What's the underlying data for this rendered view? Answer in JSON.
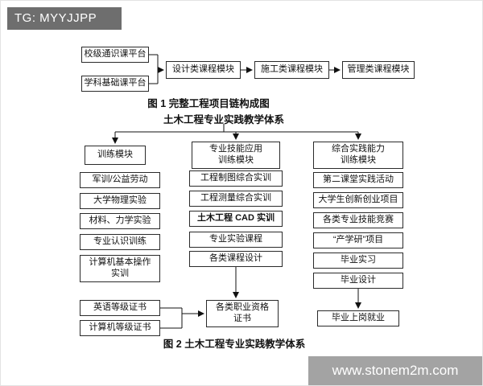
{
  "badges": {
    "tg": "TG: MYYJJPP",
    "site": "www.stonem2m.com"
  },
  "fig1": {
    "platforms": [
      "校级通识课平台",
      "学科基础课平台"
    ],
    "chain": [
      "设计类课程模块",
      "施工类课程模块",
      "管理类课程模块"
    ],
    "caption": "图 1  完整工程项目链构成图"
  },
  "fig2": {
    "title": "土木工程专业实践教学体系",
    "col1": {
      "header": "训练模块",
      "items": [
        "军训/公益劳动",
        "大学物理实验",
        "材料、力学实验",
        "专业认识训练",
        "计算机基本操作\n实训",
        "英语等级证书",
        "计算机等级证书"
      ]
    },
    "col2": {
      "header": "专业技能应用\n训练模块",
      "items": [
        "工程制图综合实训",
        "工程测量综合实训",
        "土木工程 CAD 实训",
        "专业实验课程",
        "各类课程设计"
      ],
      "result": "各类职业资格\n证书"
    },
    "col3": {
      "header": "综合实践能力\n训练模块",
      "items": [
        "第二课堂实践活动",
        "大学生创新创业项目",
        "各类专业技能竞赛",
        "“产学研”项目",
        "毕业实习",
        "毕业设计"
      ],
      "result": "毕业上岗就业"
    },
    "caption": "图 2  土木工程专业实践教学体系"
  }
}
